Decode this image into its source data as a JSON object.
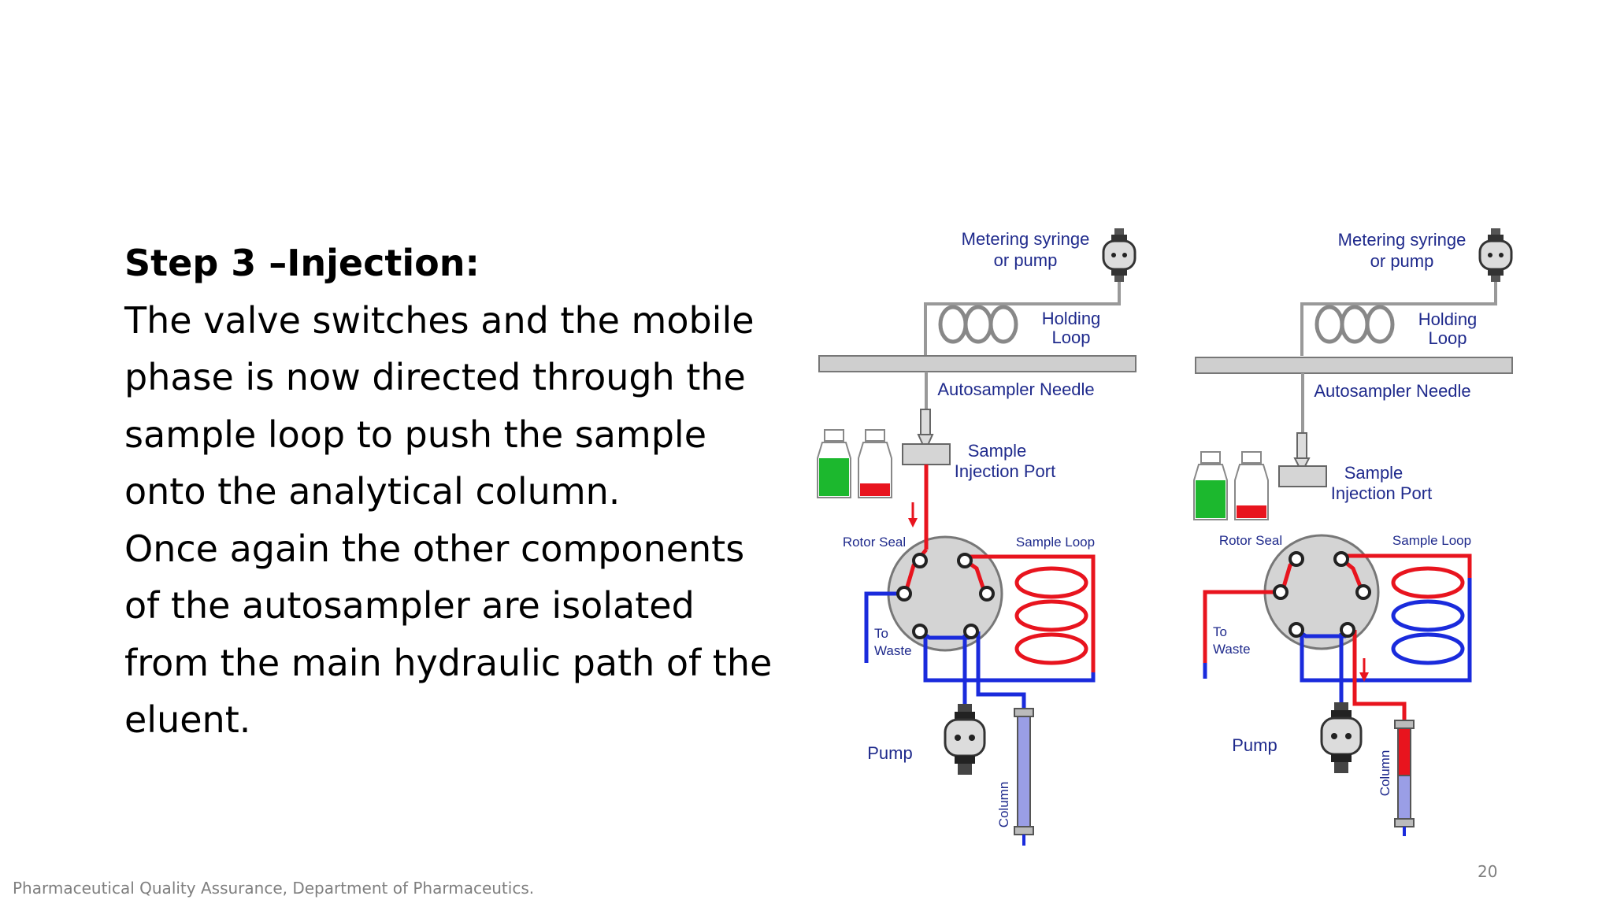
{
  "slide": {
    "heading": "Step 3 –Injection:",
    "paragraph1": "The valve switches and the mobile phase is now directed through the sample loop to push the sample onto the analytical column.",
    "paragraph2": "Once again the other components of the autosampler are isolated from the main hydraulic path of the eluent.",
    "footer": "Pharmaceutical Quality Assurance, Department of Pharmaceutics.",
    "page_number": "20"
  },
  "diagram": {
    "colors": {
      "flow_red": "#e8141e",
      "flow_blue": "#1a2bdc",
      "label_blue": "#1f2a8c",
      "green_liquid": "#1cb82e",
      "column_blue": "#9a9ee6"
    },
    "panels": [
      {
        "metering_line1": "Metering syringe",
        "metering_line2": "or pump",
        "holding_line1": "Holding",
        "holding_line2": "Loop",
        "needle": "Autosampler Needle",
        "port_line1": "Sample",
        "port_line2": "Injection Port",
        "rotor_seal": "Rotor Seal",
        "sample_loop": "Sample Loop",
        "waste_line1": "To",
        "waste_line2": "Waste",
        "pump": "Pump",
        "column": "Column"
      },
      {
        "metering_line1": "Metering syringe",
        "metering_line2": "or pump",
        "holding_line1": "Holding",
        "holding_line2": "Loop",
        "needle": "Autosampler Needle",
        "port_line1": "Sample",
        "port_line2": "Injection Port",
        "rotor_seal": "Rotor Seal",
        "sample_loop": "Sample Loop",
        "waste_line1": "To",
        "waste_line2": "Waste",
        "pump": "Pump",
        "column": "Column"
      }
    ]
  }
}
